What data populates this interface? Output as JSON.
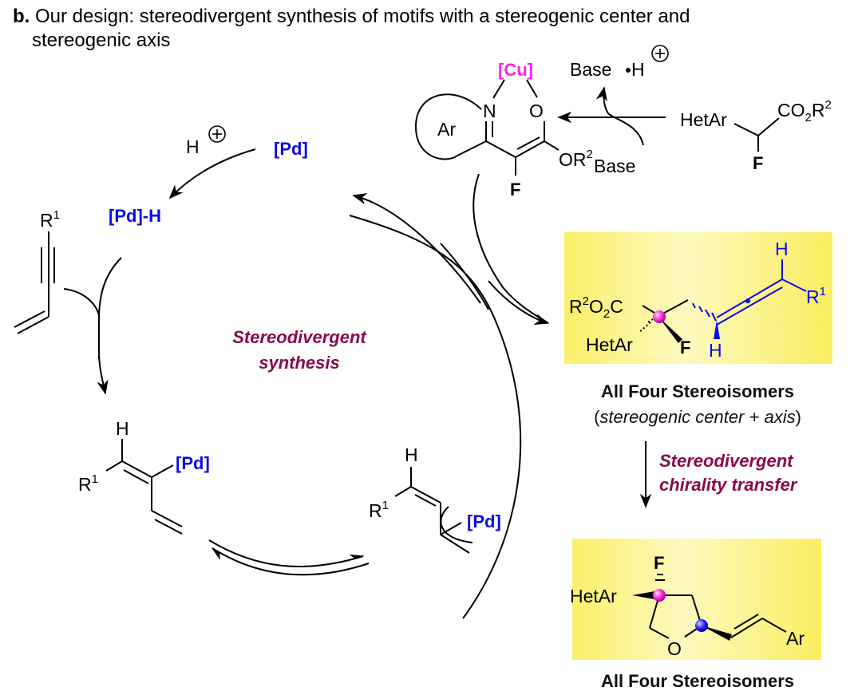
{
  "heading": {
    "label": "b.",
    "line1": "Our design: stereodivergent synthesis of motifs with a stereogenic center and",
    "line2": "stereogenic axis"
  },
  "cycle": {
    "center_label_1": "Stereodivergent",
    "center_label_2": "synthesis",
    "pd": "[Pd]",
    "pd_h": "[Pd]-H",
    "proton": "H",
    "charge": "+"
  },
  "substrate_enyne": {
    "r": "R",
    "r_sup": "1"
  },
  "vinyl_pd": {
    "h": "H",
    "r": "R",
    "r_sup": "1",
    "metal": "[Pd]"
  },
  "allyl_pd": {
    "h": "H",
    "r": "R",
    "r_sup": "1",
    "metal": "[Pd]"
  },
  "cu_complex": {
    "metal": "[Cu]",
    "n": "N",
    "o": "O",
    "ar": "Ar",
    "or": "OR",
    "or_sup": "2",
    "f": "F"
  },
  "base_step": {
    "base": "Base",
    "base_h": "Base",
    "h": "H",
    "charge": "+"
  },
  "nucleophile": {
    "hetar": "HetAr",
    "co2r": "CO",
    "co2r_sub": "2",
    "co2r_r": "R",
    "co2r_sup": "2",
    "f": "F"
  },
  "product_allene": {
    "r2": "R",
    "r2_sup": "2",
    "o2c": "O",
    "o2c_sub": "2",
    "c": "C",
    "hetar": "HetAr",
    "f": "F",
    "h_top": "H",
    "h_bottom": "H",
    "r1": "R",
    "r1_sup": "1",
    "caption": "All Four Stereoisomers",
    "sub_caption_open": "(",
    "sub_caption_italic": "stereogenic center + axis",
    "sub_caption_close": ")"
  },
  "transfer_step": {
    "line1": "Stereodivergent",
    "line2": "chirality transfer"
  },
  "product_thf": {
    "f": "F",
    "hetar": "HetAr",
    "o": "O",
    "ar": "Ar",
    "caption": "All Four Stereoisomers"
  },
  "colors": {
    "palladium": "#0a0ae8",
    "copper": "#ff22ee",
    "emphasis": "#8a0a4a",
    "highlight_box": "#fbf27a",
    "stereocenter_center": "#ff33dd",
    "stereocenter_axis": "#2b2bff"
  }
}
